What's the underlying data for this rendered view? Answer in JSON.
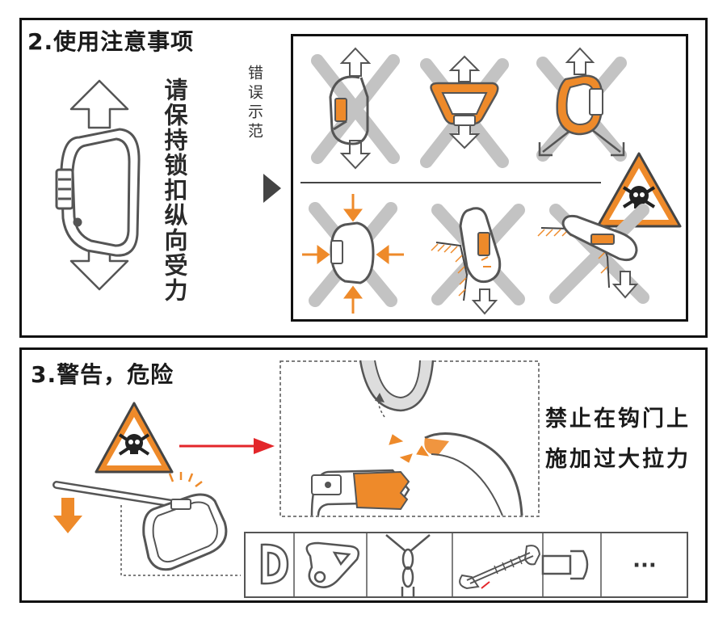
{
  "section2": {
    "title": "2.使用注意事项",
    "instruction": "请保持锁扣纵向受力",
    "wrong_label": "错误示范"
  },
  "section3": {
    "title": "3.警告，危险",
    "warning_text_line1": "禁止在钩门上",
    "warning_text_line2": "施加过大拉力",
    "more_label": "···"
  },
  "colors": {
    "accent_orange": "#ee8a2a",
    "arrow_red": "#e3262a",
    "cross_gray": "#bdbdbd",
    "outline": "#555555"
  }
}
